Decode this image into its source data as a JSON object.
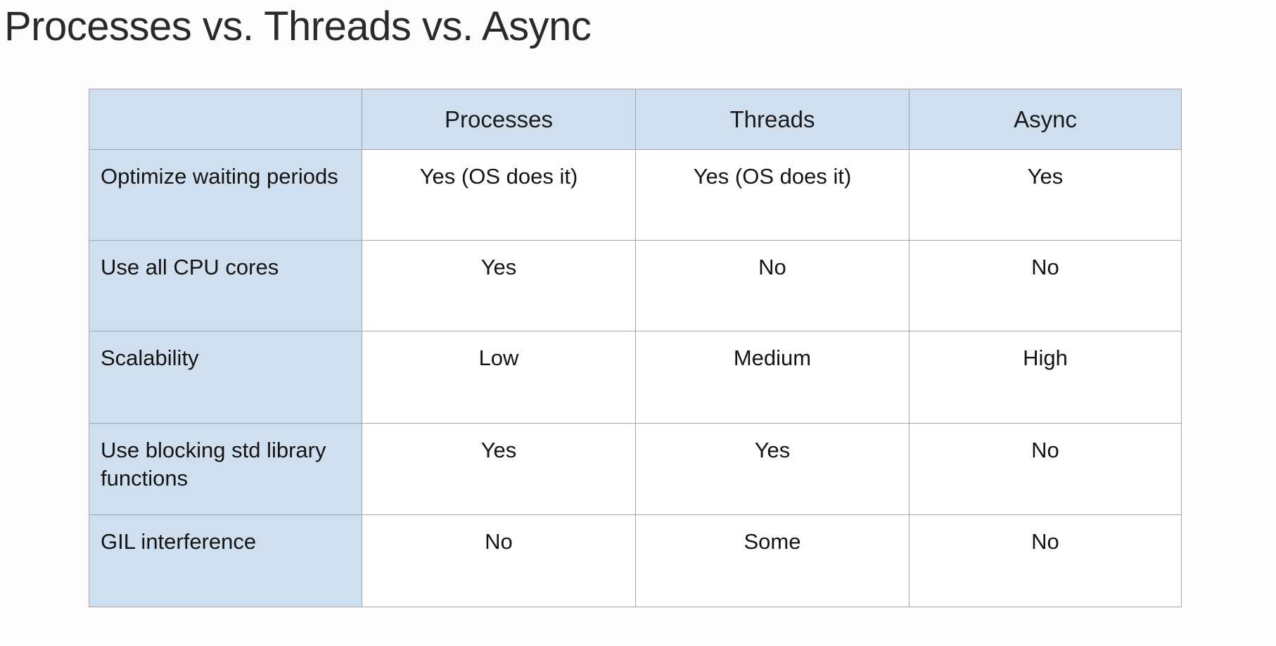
{
  "slide": {
    "title": "Processes vs. Threads vs. Async",
    "background_color": "#fdfdfd",
    "title_color": "#2a2a2a"
  },
  "table": {
    "header_fill": "#cfdfef",
    "label_fill": "#cfdfef",
    "value_fill": "#ffffff",
    "border_color": "#a6a6a6",
    "columns": [
      "",
      "Processes",
      "Threads",
      "Async"
    ],
    "rows": [
      {
        "label": "Optimize waiting periods",
        "values": [
          "Yes (OS does it)",
          "Yes (OS does it)",
          "Yes"
        ]
      },
      {
        "label": "Use all CPU cores",
        "values": [
          "Yes",
          "No",
          "No"
        ]
      },
      {
        "label": "Scalability",
        "values": [
          "Low",
          "Medium",
          "High"
        ]
      },
      {
        "label": "Use blocking std library functions",
        "values": [
          "Yes",
          "Yes",
          "No"
        ]
      },
      {
        "label": "GIL interference",
        "values": [
          "No",
          "Some",
          "No"
        ]
      }
    ]
  }
}
